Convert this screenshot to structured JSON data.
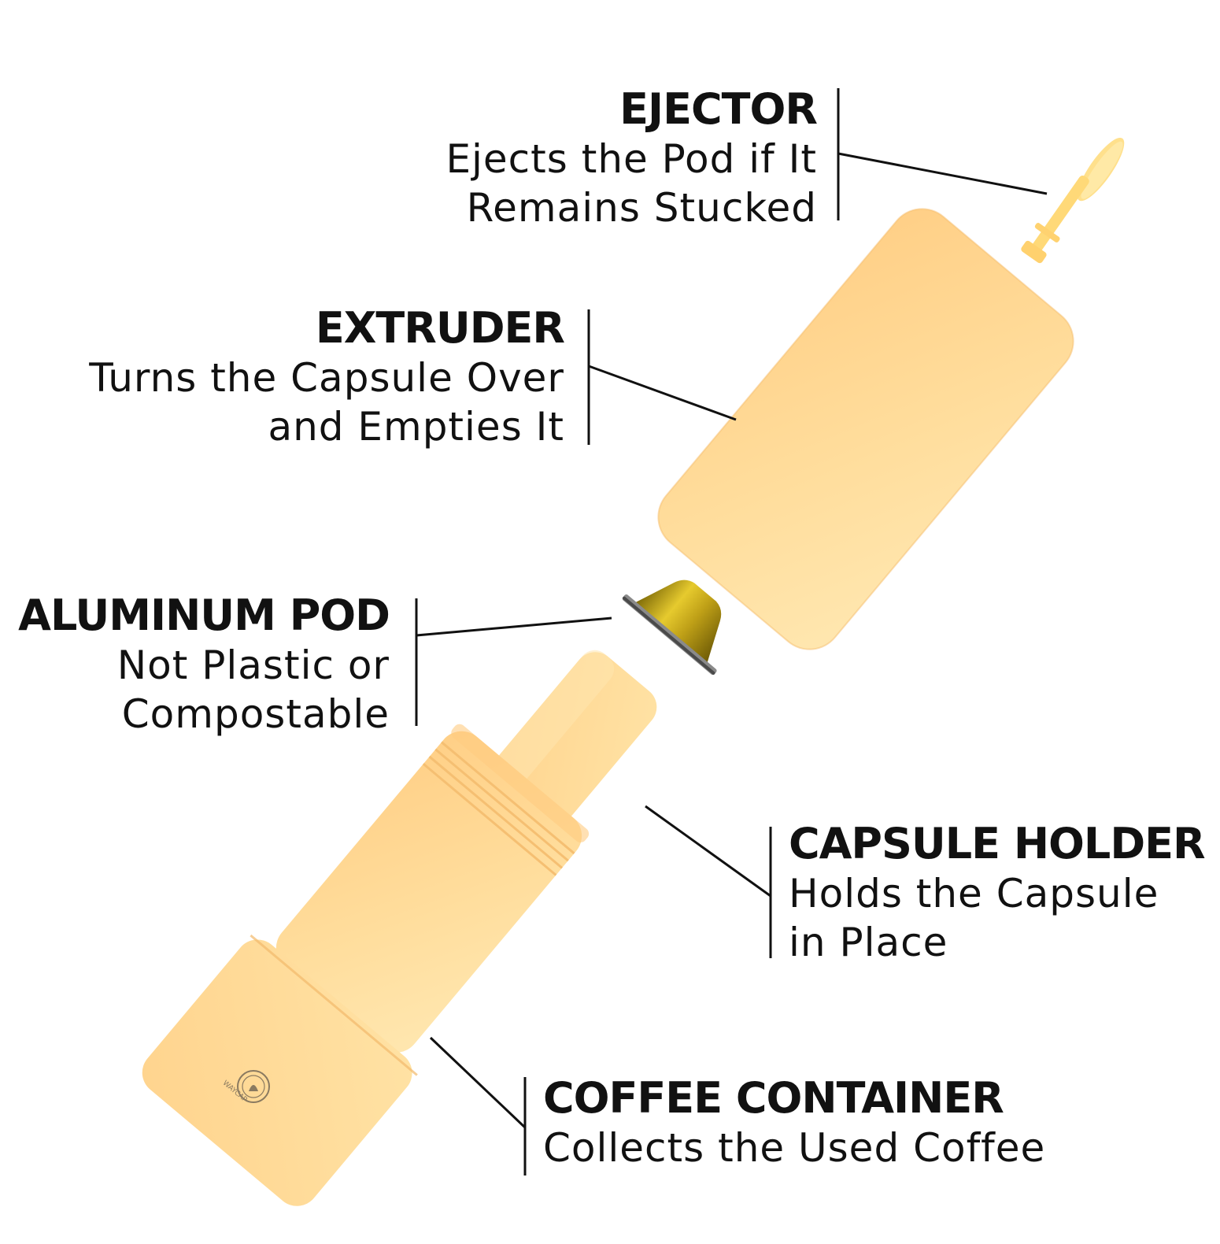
{
  "colors": {
    "body_light": "#FFE3A6",
    "body_mid": "#FFD38A",
    "body_dark": "#F7C276",
    "pod_gold": "#D4B21E",
    "pod_dark": "#8C7410",
    "line": "#111111"
  },
  "callouts": {
    "ejector": {
      "title": "EJECTOR",
      "desc_line1": "Ejects the Pod if It",
      "desc_line2": "Remains Stucked"
    },
    "extruder": {
      "title": "EXTRUDER",
      "desc_line1": "Turns the Capsule Over",
      "desc_line2": "and Empties It"
    },
    "aluminum_pod": {
      "title": "ALUMINUM POD",
      "desc_line1": "Not Plastic or",
      "desc_line2": "Compostable"
    },
    "capsule_holder": {
      "title": "CAPSULE HOLDER",
      "desc_line1": "Holds the Capsule",
      "desc_line2": "in Place"
    },
    "coffee_container": {
      "title": "COFFEE CONTAINER",
      "desc_line1": "Collects the Used Coffee"
    }
  },
  "logo": {
    "text": "WAYCAP"
  }
}
